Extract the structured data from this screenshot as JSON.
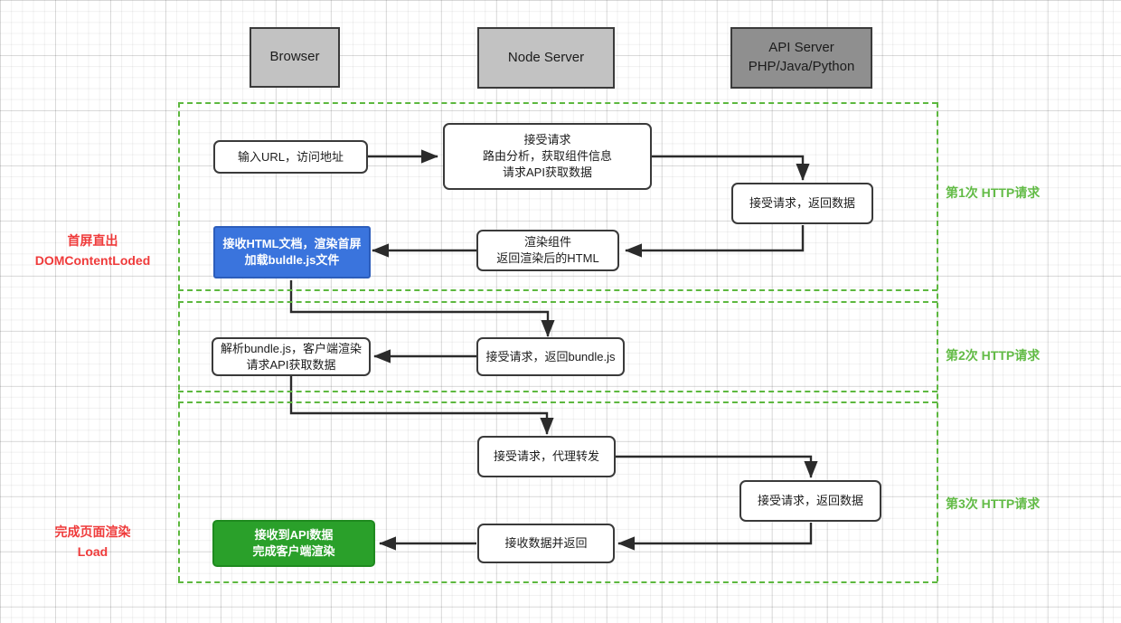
{
  "diagram": {
    "title": "SSR Server-Side Rendering Request Flow",
    "colors": {
      "accent_blue": "#3a74dd",
      "accent_green": "#2aa02a",
      "region_green": "#5db83f",
      "phase_red": "#ef3b3b",
      "actor_browser_fill": "#dcdcdc",
      "actor_node_fill": "#c2c2c2",
      "actor_api_fill": "#8f8f8f",
      "stroke": "#3a3a3a"
    },
    "actors": [
      {
        "id": "browser",
        "label": "Browser"
      },
      {
        "id": "node-server",
        "label": "Node Server"
      },
      {
        "id": "api-server",
        "label": "API Server\nPHP/Java/Python"
      }
    ],
    "phase_labels": [
      {
        "id": "first-screen",
        "text": "首屏直出\nDOMContentLoded"
      },
      {
        "id": "page-load",
        "text": "完成页面渲染\nLoad"
      }
    ],
    "request_labels": [
      {
        "id": "http-1",
        "text": "第1次 HTTP请求"
      },
      {
        "id": "http-2",
        "text": "第2次 HTTP请求"
      },
      {
        "id": "http-3",
        "text": "第3次 HTTP请求"
      }
    ],
    "steps": [
      {
        "id": "input-url",
        "text": "输入URL，访问地址"
      },
      {
        "id": "accept-request-1",
        "text": "接受请求\n路由分析，获取组件信息\n请求API获取数据"
      },
      {
        "id": "api-return-data-1",
        "text": "接受请求，返回数据"
      },
      {
        "id": "render-component",
        "text": "渲染组件\n返回渲染后的HTML"
      },
      {
        "id": "receive-html",
        "text": "接收HTML文档，渲染首屏\n加载buldle.js文件"
      },
      {
        "id": "return-bundle",
        "text": "接受请求，返回bundle.js"
      },
      {
        "id": "parse-bundle",
        "text": "解析bundle.js，客户端渲染\n请求API获取数据"
      },
      {
        "id": "proxy-forward",
        "text": "接受请求，代理转发"
      },
      {
        "id": "api-return-data-2",
        "text": "接受请求，返回数据"
      },
      {
        "id": "receive-and-return",
        "text": "接收数据并返回"
      },
      {
        "id": "client-render-done",
        "text": "接收到API数据\n完成客户端渲染"
      }
    ]
  }
}
